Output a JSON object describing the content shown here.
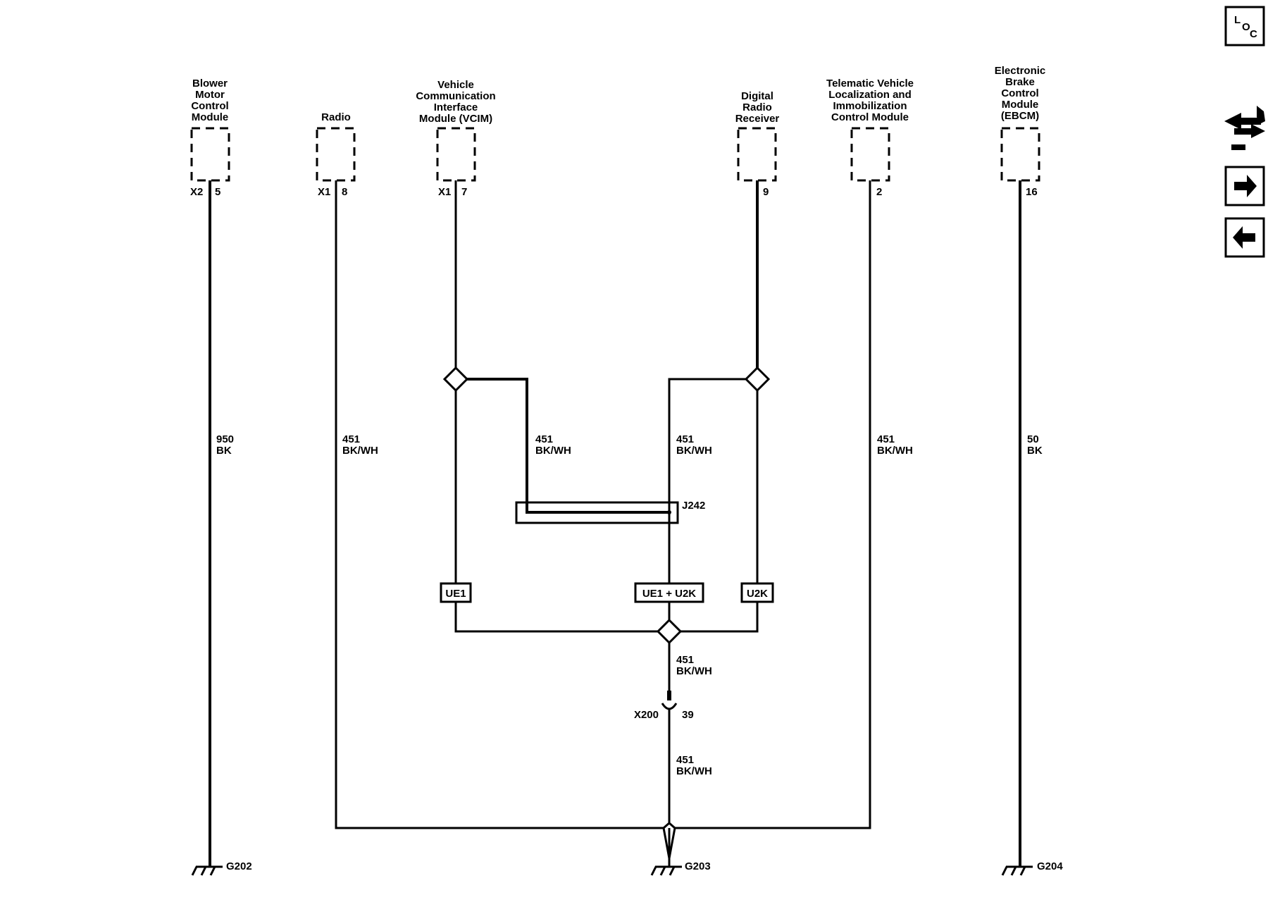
{
  "modules": {
    "blower": [
      "Blower",
      "Motor",
      "Control",
      "Module"
    ],
    "radio": [
      "Radio"
    ],
    "vcim": [
      "Vehicle",
      "Communication",
      "Interface",
      "Module (VCIM)"
    ],
    "drr": [
      "Digital",
      "Radio",
      "Receiver"
    ],
    "tvlicm": [
      "Telematic Vehicle",
      "Localization and",
      "Immobilization",
      "Control Module"
    ],
    "ebcm": [
      "Electronic",
      "Brake",
      "Control",
      "Module",
      "(EBCM)"
    ]
  },
  "pins": {
    "blower": {
      "connector": "X2",
      "pin": "5"
    },
    "radio": {
      "connector": "X1",
      "pin": "8"
    },
    "vcim": {
      "connector": "X1",
      "pin": "7"
    },
    "drr": {
      "pin": "9"
    },
    "tvlicm": {
      "pin": "2"
    },
    "ebcm": {
      "pin": "16"
    }
  },
  "wires": {
    "blower": {
      "circuit": "950",
      "color": "BK"
    },
    "radio": {
      "circuit": "451",
      "color": "BK/WH"
    },
    "vcim_branch": {
      "circuit": "451",
      "color": "BK/WH"
    },
    "drr_branch": {
      "circuit": "451",
      "color": "BK/WH"
    },
    "tvlicm": {
      "circuit": "451",
      "color": "BK/WH"
    },
    "ebcm": {
      "circuit": "50",
      "color": "BK"
    },
    "after_splice": {
      "circuit": "451",
      "color": "BK/WH"
    },
    "after_x200": {
      "circuit": "451",
      "color": "BK/WH"
    }
  },
  "splice_pack": "J242",
  "options": {
    "left": "UE1",
    "center": "UE1 + U2K",
    "right": "U2K"
  },
  "connector_x200": {
    "name": "X200",
    "pin": "39"
  },
  "grounds": {
    "g202": "G202",
    "g203": "G203",
    "g204": "G204"
  },
  "nav": {
    "loc_letters": [
      "L",
      "O",
      "C"
    ],
    "icons": [
      "loc-icon",
      "schematic-info-icon",
      "next-arrow-icon",
      "previous-arrow-icon"
    ]
  }
}
